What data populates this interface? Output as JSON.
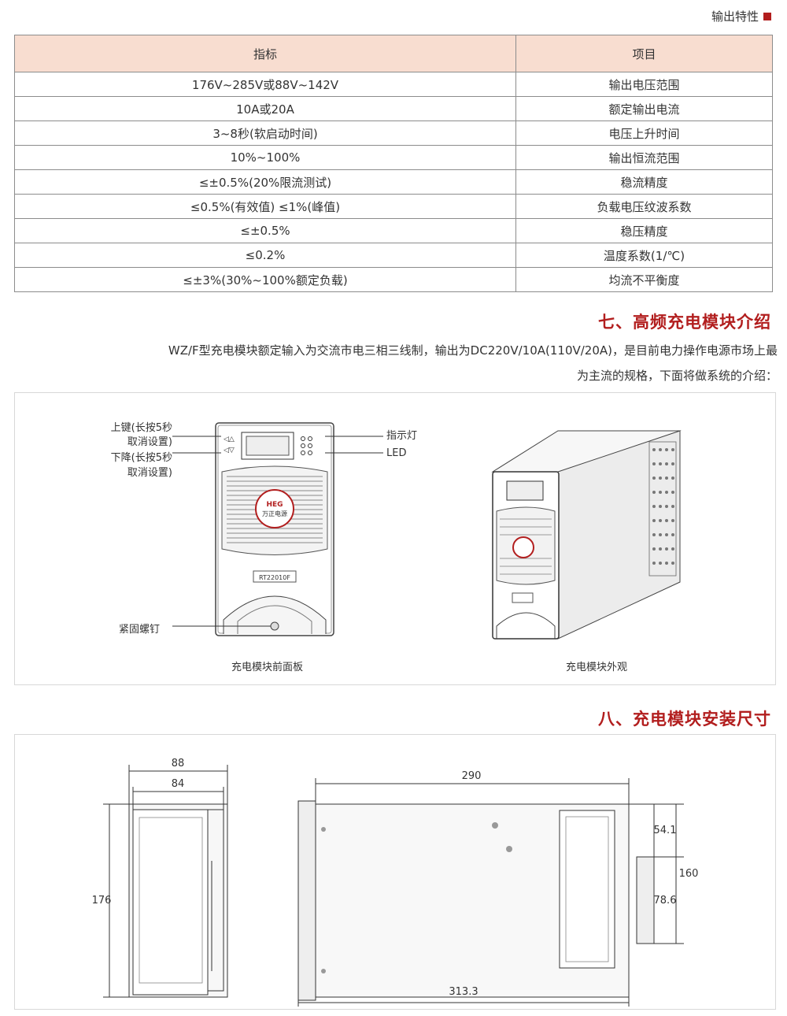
{
  "output_section": {
    "tag": "输出特性"
  },
  "spec_table": {
    "headers": [
      "指标",
      "项目"
    ],
    "rows": [
      [
        "176V~285V或88V~142V",
        "输出电压范围"
      ],
      [
        "10A或20A",
        "额定输出电流"
      ],
      [
        "3~8秒(软启动时间)",
        "电压上升时间"
      ],
      [
        "10%~100%",
        "输出恒流范围"
      ],
      [
        "≤±0.5%(20%限流测试)",
        "稳流精度"
      ],
      [
        "≤0.5%(有效值) ≤1%(峰值)",
        "负载电压纹波系数"
      ],
      [
        "≤±0.5%",
        "稳压精度"
      ],
      [
        "≤0.2%",
        "温度系数(1/℃)"
      ],
      [
        "≤±3%(30%~100%额定负载)",
        "均流不平衡度"
      ]
    ]
  },
  "section7": {
    "title": "七、高频充电模块介绍",
    "para_line1": "WZ/F型充电模块额定输入为交流市电三相三线制，输出为DC220V/10A(110V/20A)，是目前电力操作电源市场上最",
    "para_line2": "为主流的规格，下面将做系统的介绍："
  },
  "front_panel": {
    "caption": "充电模块前面板",
    "label_up": "上键(长按5秒",
    "label_up2": "取消设置)",
    "label_down": "下降(长按5秒",
    "label_down2": "取消设置)",
    "label_indicator": "指示灯",
    "label_led": "LED",
    "label_screw": "紧固螺钉",
    "model": "RT22010F",
    "logo_brand": "HEG",
    "logo_sub": "万正电源"
  },
  "outer_view": {
    "caption": "充电模块外观"
  },
  "section8": {
    "title": "八、充电模块安装尺寸",
    "dims": {
      "w_outer": "88",
      "w_inner": "84",
      "h_front": "176",
      "len_top": "290",
      "len_bottom": "313.3",
      "right_a": "54.1",
      "right_b": "78.6",
      "right_total": "160"
    }
  }
}
